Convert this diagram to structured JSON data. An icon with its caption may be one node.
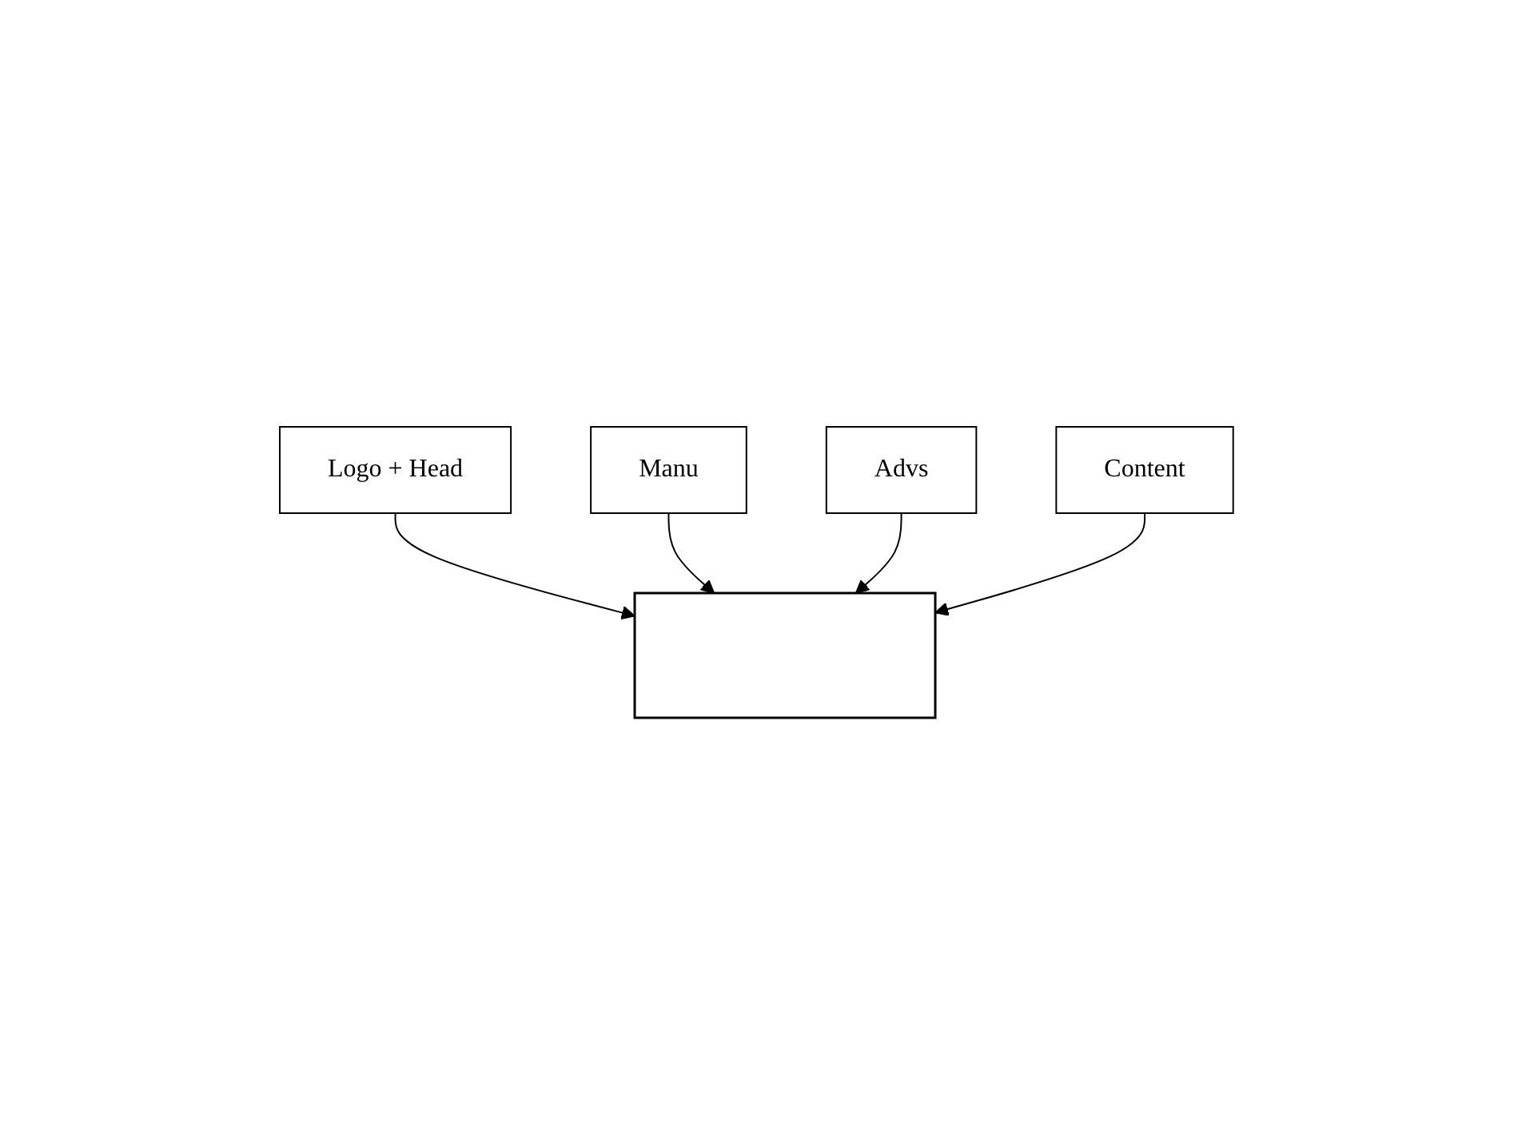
{
  "diagram": {
    "nodes": [
      {
        "text": [
          "Logo + Head"
        ]
      },
      {
        "text": [],
        "shape": "box"
      },
      {
        "text": [
          "Manu"
        ]
      },
      {
        "text": [
          "Advs"
        ]
      },
      {
        "text": [
          "Content"
        ]
      }
    ],
    "edges": [
      {
        "from": 0,
        "to": 1,
        "arrow": "to"
      },
      {
        "from": 2,
        "to": 1,
        "arrow": "to"
      },
      {
        "from": 3,
        "to": 1,
        "arrow": "to"
      },
      {
        "from": 4,
        "to": 1,
        "arrow": "to"
      }
    ]
  }
}
